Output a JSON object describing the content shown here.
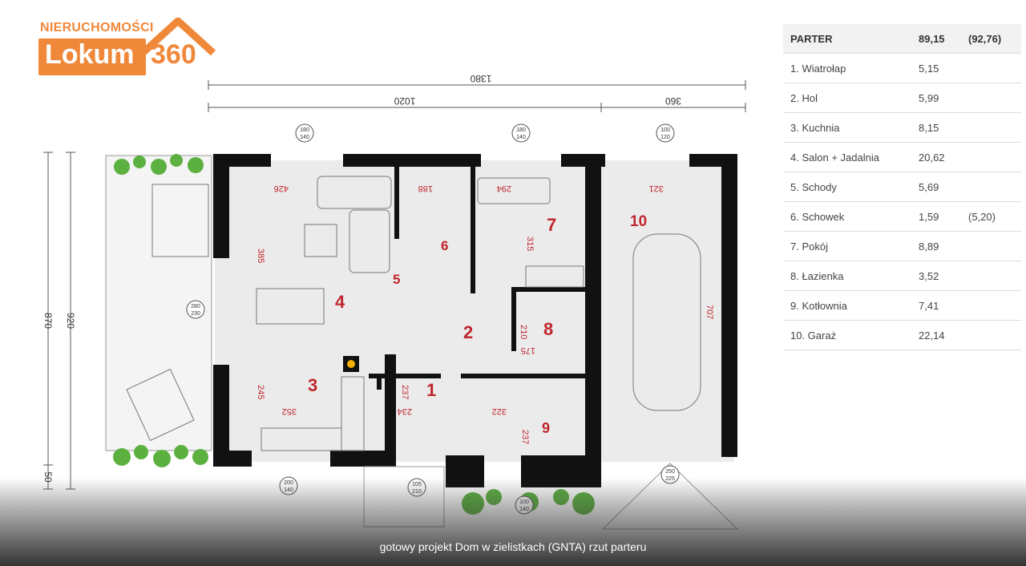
{
  "logo": {
    "top_text": "NIERUCHOMOŚCI",
    "brand": "Lokum",
    "number": "360"
  },
  "colors": {
    "brand_orange": "#f0883a",
    "room_number_red": "#c0262d",
    "wall": "#111111",
    "floor": "#ebebeb"
  },
  "plan": {
    "dimensions": {
      "total_width": "1380",
      "house_width": "1020",
      "garage_width": "360",
      "depth_outer": "920",
      "depth_inner": "870",
      "side_small": "50"
    },
    "inner_dims": {
      "salon_w": "426",
      "stairs_w": "188",
      "pokoj_w": "294",
      "garage_w": "321",
      "salon_h": "385",
      "pokoj_h": "315",
      "garage_h": "707",
      "kitchen_h": "245",
      "kitchen_w": "352",
      "vestibule_w": "234",
      "vestibule_h": "237",
      "bath_h": "210",
      "bath_w": "175",
      "boiler_w": "322",
      "boiler_h": "237"
    },
    "windows": {
      "w1_top": "180",
      "w1_bot": "140",
      "w2_top": "180",
      "w2_bot": "140",
      "w3_top": "100",
      "w3_bot": "120",
      "w4_top": "280",
      "w4_bot": "230",
      "w5_top": "200",
      "w5_bot": "140",
      "w6_top": "105",
      "w6_bot": "210",
      "w7_top": "100",
      "w7_bot": "140",
      "w8_top": "250",
      "w8_bot": "225"
    },
    "room_numbers": [
      "1",
      "2",
      "3",
      "4",
      "5",
      "6",
      "7",
      "8",
      "9",
      "10"
    ]
  },
  "table": {
    "header": {
      "name": "PARTER",
      "value": "89,15",
      "extra": "(92,76)"
    },
    "rows": [
      {
        "name": "1. Wiatrołap",
        "value": "5,15",
        "extra": ""
      },
      {
        "name": "2. Hol",
        "value": "5,99",
        "extra": ""
      },
      {
        "name": "3. Kuchnia",
        "value": "8,15",
        "extra": ""
      },
      {
        "name": "4. Salon + Jadalnia",
        "value": "20,62",
        "extra": ""
      },
      {
        "name": "5. Schody",
        "value": "5,69",
        "extra": ""
      },
      {
        "name": "6. Schowek",
        "value": "1,59",
        "extra": "(5,20)"
      },
      {
        "name": "7. Pokój",
        "value": "8,89",
        "extra": ""
      },
      {
        "name": "8. Łazienka",
        "value": "3,52",
        "extra": ""
      },
      {
        "name": "9. Kotłownia",
        "value": "7,41",
        "extra": ""
      },
      {
        "name": "10. Garaż",
        "value": "22,14",
        "extra": ""
      }
    ]
  },
  "caption": "gotowy projekt Dom w zielistkach (GNTA) rzut parteru"
}
